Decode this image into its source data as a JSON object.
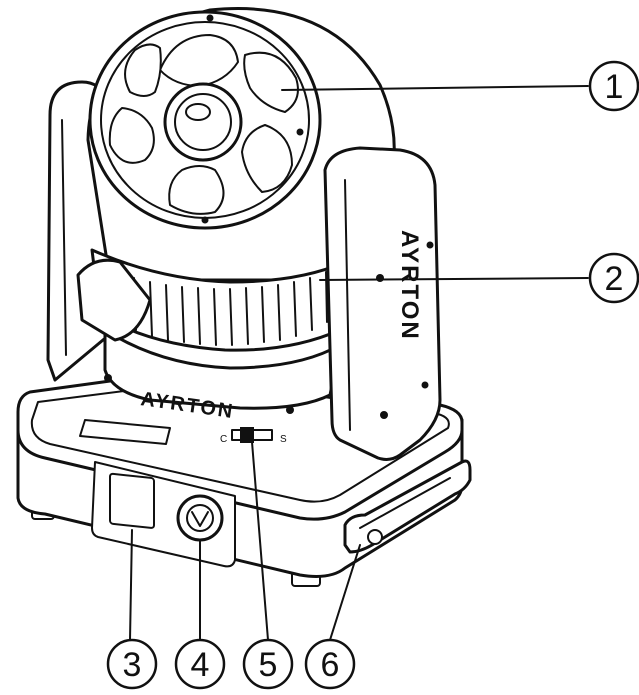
{
  "figure": {
    "brand_front": "AYRTON",
    "brand_side": "AYRTON",
    "callouts": [
      {
        "id": "1",
        "label": "1"
      },
      {
        "id": "2",
        "label": "2"
      },
      {
        "id": "3",
        "label": "3"
      },
      {
        "id": "4",
        "label": "4"
      },
      {
        "id": "5",
        "label": "5"
      },
      {
        "id": "6",
        "label": "6"
      }
    ]
  }
}
